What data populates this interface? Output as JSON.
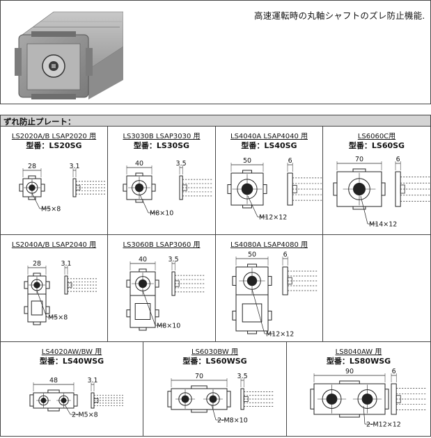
{
  "hero": {
    "caption": "高速運転時の丸軸シャフトのズレ防止機能."
  },
  "section": {
    "title": "ずれ防止プレート："
  },
  "products": [
    {
      "title": "LS2020A/B  LSAP2020 用",
      "model": "型番：LS20SG",
      "width": "28",
      "thickness": "3.1",
      "screw": "M5×8"
    },
    {
      "title": "LS3030B  LSAP3030 用",
      "model": "型番：LS30SG",
      "width": "40",
      "thickness": "3.5",
      "screw": "M8×10"
    },
    {
      "title": "LS4040A  LSAP4040 用",
      "model": "型番：LS40SG",
      "width": "50",
      "thickness": "6",
      "screw": "M12×12"
    },
    {
      "title": "LS6060C用",
      "model": "型番：LS60SG",
      "width": "70",
      "thickness": "6",
      "screw": "M14×12"
    },
    {
      "title": "LS2040A/B  LSAP2040 用",
      "model": "",
      "width": "28",
      "thickness": "3.1",
      "screw": "M5×8"
    },
    {
      "title": "LS3060B  LSAP3060 用",
      "model": "",
      "width": "40",
      "thickness": "3.5",
      "screw": "M8×10"
    },
    {
      "title": "LS4080A  LSAP4080 用",
      "model": "",
      "width": "50",
      "thickness": "6",
      "screw": "M12×12"
    },
    {
      "title": "LS4020AW/BW 用",
      "model": "型番：LS40WSG",
      "width": "48",
      "thickness": "3.1",
      "screw": "2-M5×8"
    },
    {
      "title": "LS6030BW 用",
      "model": "型番：LS60WSG",
      "width": "70",
      "thickness": "3.5",
      "screw": "2-M8×10"
    },
    {
      "title": "LS8040AW 用",
      "model": "型番：LS80WSG",
      "width": "90",
      "thickness": "6",
      "screw": "2-M12×12"
    }
  ]
}
